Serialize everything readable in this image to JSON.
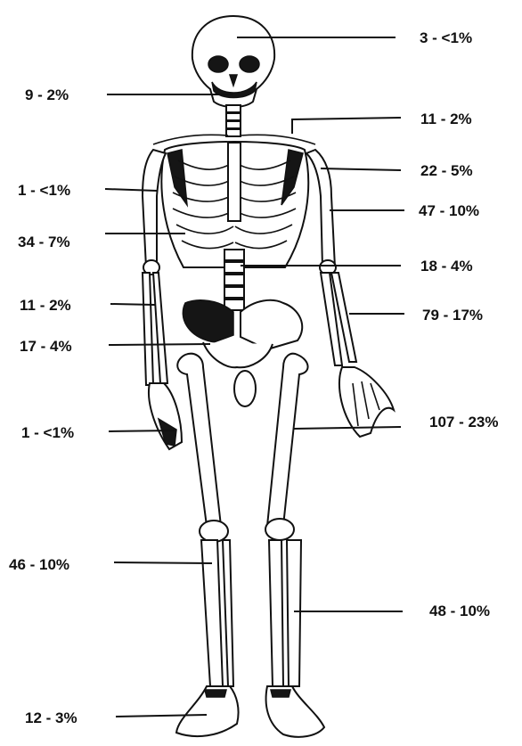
{
  "labels": [
    {
      "id": "skull",
      "text": "3 - <1%"
    },
    {
      "id": "mandible",
      "text": "9 - 2%"
    },
    {
      "id": "clavicle",
      "text": "11 - 2%"
    },
    {
      "id": "scapula",
      "text": "22 - 5%"
    },
    {
      "id": "humerus-right",
      "text": "1 - <1%"
    },
    {
      "id": "humerus-left",
      "text": "47 - 10%"
    },
    {
      "id": "ribs",
      "text": "34 - 7%"
    },
    {
      "id": "spine",
      "text": "18 - 4%"
    },
    {
      "id": "radius-ulna",
      "text": "11 - 2%"
    },
    {
      "id": "forearm-left",
      "text": "79 - 17%"
    },
    {
      "id": "pelvis",
      "text": "17 - 4%"
    },
    {
      "id": "hand",
      "text": "1 - <1%"
    },
    {
      "id": "femur",
      "text": "107 - 23%"
    },
    {
      "id": "tibia-fibula-right",
      "text": "46 - 10%"
    },
    {
      "id": "tibia-fibula-left",
      "text": "48 - 10%"
    },
    {
      "id": "foot",
      "text": "12 - 3%"
    }
  ],
  "colors": {
    "ink": "#111111",
    "background": "#ffffff"
  }
}
